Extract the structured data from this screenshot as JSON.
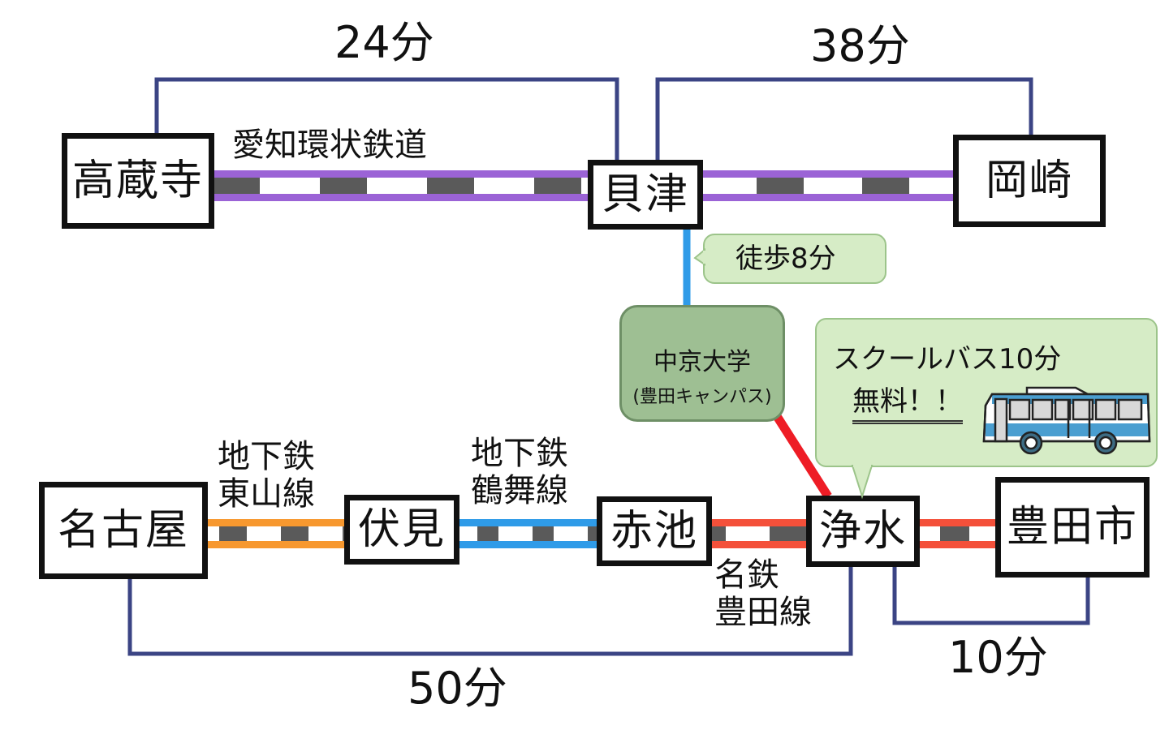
{
  "stations": {
    "takakuraji": "高蔵寺",
    "kaizu": "貝津",
    "okazaki": "岡崎",
    "nagoya": "名古屋",
    "fushimi": "伏見",
    "akaike": "赤池",
    "josui": "浄水",
    "toyotashi": "豊田市"
  },
  "lines": {
    "aikan": {
      "name": "愛知環状鉄道",
      "color": "#9b63d6"
    },
    "higashiyama": {
      "name_line1": "地下鉄",
      "name_line2": "東山線",
      "color": "#f7982f"
    },
    "tsurumai": {
      "name_line1": "地下鉄",
      "name_line2": "鶴舞線",
      "color": "#2f9be8"
    },
    "meitetsu": {
      "name_line1": "名鉄",
      "name_line2": "豊田線",
      "color": "#f4503a"
    }
  },
  "travel_times": {
    "takakuraji_kaizu": "24分",
    "kaizu_okazaki": "38分",
    "nagoya_josui": "50分",
    "josui_toyotashi": "10分"
  },
  "walk": {
    "label": "徒歩8分"
  },
  "campus": {
    "name": "中京大学",
    "sub": "(豊田キャンパス)"
  },
  "school_bus": {
    "title": "スクールバス10分",
    "free": "無料！！"
  },
  "colors": {
    "bracket": "#3b4484",
    "walk_line": "#2f9be8",
    "bus_link": "#ee1c25",
    "bubble_fill": "#d6ecc6",
    "campus_fill": "#9ebf93"
  }
}
